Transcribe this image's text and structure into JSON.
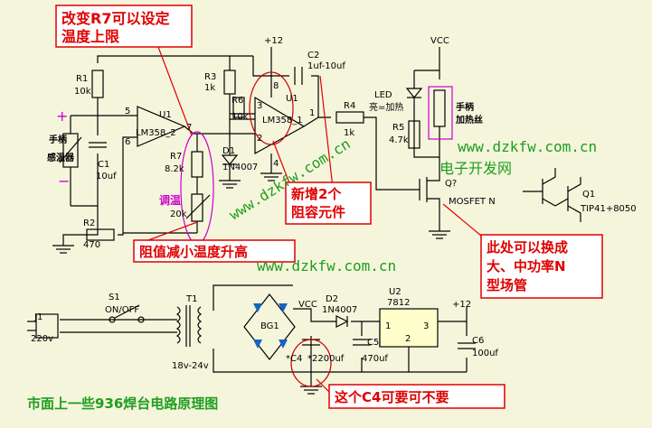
{
  "notes": {
    "r7_adjust": [
      "改变R7可以设定",
      "温度上限"
    ],
    "lower_res": "阻值减小温度升高",
    "new_rc": [
      "新增2个",
      "阻容元件"
    ],
    "mosfet_swap": [
      "此处可以换成",
      "大、中功率N",
      "型场管"
    ],
    "c4_optional": "这个C4可要可不要"
  },
  "caption": "市面上一些936焊台电路原理图",
  "watermarks": [
    "www.dzkfw.com.cn",
    "www.dzkfw.com.cn",
    "www.dzkfw.com.cn",
    "电子开发网"
  ],
  "labels": {
    "tiaowen": "调温",
    "handle_sensor": [
      "手柄",
      "感温器"
    ],
    "handle_heater": [
      "手柄",
      "加热丝"
    ],
    "led": [
      "LED",
      "亮=加热"
    ],
    "vcc_top": "VCC",
    "vcc_mid": "VCC",
    "plus12_top": "+12",
    "plus12_bot": "+12",
    "plus_sign": "+",
    "minus_sign": "−"
  },
  "components": {
    "R1": [
      "R1",
      "10k"
    ],
    "R2": [
      "R2",
      "470"
    ],
    "R3": [
      "R3",
      "1k"
    ],
    "R4": [
      "R4",
      "1k"
    ],
    "R5": [
      "R5",
      "4.7k"
    ],
    "R6": [
      "R6",
      "10k"
    ],
    "R7": [
      "R7",
      "8.2k"
    ],
    "RV": "20k",
    "C1": [
      "C1",
      "10uf"
    ],
    "C2": [
      "C2",
      "1uf-10uf"
    ],
    "C4": [
      "*C4",
      "*2200uf"
    ],
    "C5": [
      "C5",
      "470uf"
    ],
    "C6": [
      "C6",
      "100uf"
    ],
    "U1a": [
      "U1",
      "LM358_2"
    ],
    "U1b": [
      "U1",
      "LM358_1"
    ],
    "U2": [
      "U2",
      "7812"
    ],
    "D1": [
      "D1",
      "1N4007"
    ],
    "D2": [
      "D2",
      "1N4007"
    ],
    "BG1": "BG1",
    "T1": [
      "T1",
      "18v-24v"
    ],
    "S1": [
      "S1",
      "ON/OFF"
    ],
    "J1": [
      "J1",
      "220v"
    ],
    "Q": [
      "Q?",
      "MOSFET N"
    ],
    "Q1": [
      "Q1",
      "TIP41+8050"
    ]
  },
  "pins": [
    "5",
    "6",
    "7",
    "3",
    "2",
    "1",
    "8",
    "4",
    "1",
    "2",
    "3"
  ]
}
